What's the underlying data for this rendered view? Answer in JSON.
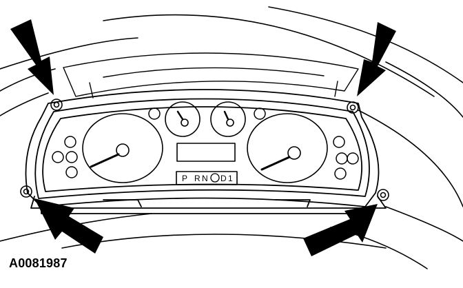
{
  "figure": {
    "code": "A0081987",
    "gear_indicator": [
      "P",
      "R",
      "N",
      "D",
      "1"
    ]
  },
  "callouts": [
    {
      "icon": "arrow-icon",
      "target": "top-left-fastener"
    },
    {
      "icon": "arrow-icon",
      "target": "top-right-fastener"
    },
    {
      "icon": "arrow-icon",
      "target": "bottom-left-fastener"
    },
    {
      "icon": "arrow-icon",
      "target": "bottom-right-fastener"
    }
  ],
  "colors": {
    "ink": "#000000",
    "paper": "#ffffff"
  }
}
